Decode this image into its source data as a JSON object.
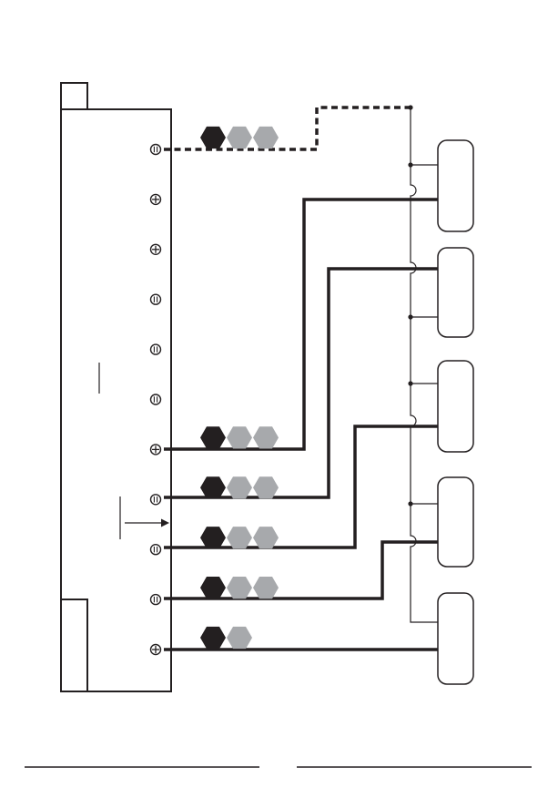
{
  "diagram": {
    "colors": {
      "line": "#231f20",
      "dark_hex": "#231f20",
      "light_hex": "#a7a9ac",
      "background": "#ffffff"
    },
    "terminals": [
      {
        "id": "t1",
        "symbol": "slot-icon"
      },
      {
        "id": "t2",
        "symbol": "cross-icon"
      },
      {
        "id": "t3",
        "symbol": "cross-icon"
      },
      {
        "id": "t4",
        "symbol": "slot-icon"
      },
      {
        "id": "t5",
        "symbol": "slot-icon"
      },
      {
        "id": "t6",
        "symbol": "slot-icon"
      },
      {
        "id": "t7",
        "symbol": "cross-icon"
      },
      {
        "id": "t8",
        "symbol": "slot-icon"
      },
      {
        "id": "t9",
        "symbol": "slot-icon"
      },
      {
        "id": "t10",
        "symbol": "slot-icon"
      },
      {
        "id": "t11",
        "symbol": "cross-icon"
      }
    ],
    "wire_markers": [
      {
        "terminal": "t1",
        "bands": [
          "dark",
          "light",
          "light"
        ]
      },
      {
        "terminal": "t7",
        "bands": [
          "dark",
          "light",
          "light"
        ]
      },
      {
        "terminal": "t8",
        "bands": [
          "dark",
          "light",
          "light"
        ]
      },
      {
        "terminal": "t9",
        "bands": [
          "dark",
          "light",
          "light"
        ]
      },
      {
        "terminal": "t10",
        "bands": [
          "dark",
          "light",
          "light"
        ]
      },
      {
        "terminal": "t11",
        "bands": [
          "dark",
          "light"
        ]
      }
    ],
    "devices": [
      {
        "id": "device-1"
      },
      {
        "id": "device-2"
      },
      {
        "id": "device-3"
      },
      {
        "id": "device-4"
      },
      {
        "id": "device-5"
      }
    ],
    "wires": [
      {
        "id": "wire-dashed",
        "style": "dashed",
        "from": "t1",
        "to": "bus"
      },
      {
        "id": "wire-1",
        "style": "solid",
        "from": "t7",
        "to": "device-1"
      },
      {
        "id": "wire-2",
        "style": "solid",
        "from": "t8",
        "to": "device-2"
      },
      {
        "id": "wire-3",
        "style": "solid",
        "from": "t9",
        "to": "device-3"
      },
      {
        "id": "wire-4",
        "style": "solid",
        "from": "t10",
        "to": "device-4"
      },
      {
        "id": "wire-5",
        "style": "solid",
        "from": "t11",
        "to": "device-5"
      }
    ]
  }
}
